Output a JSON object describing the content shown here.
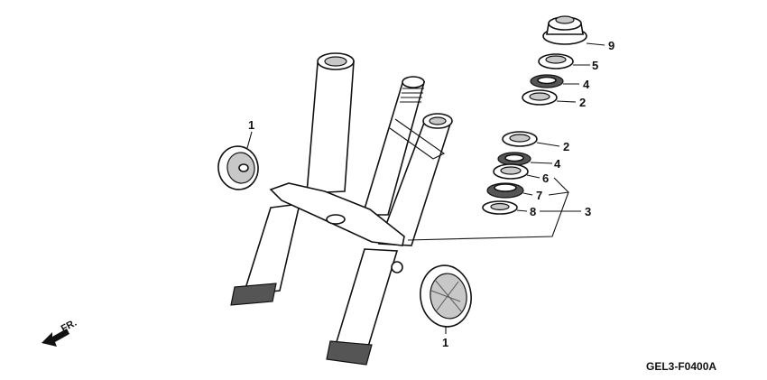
{
  "diagram": {
    "callouts": {
      "c1a": "1",
      "c1b": "1",
      "c9": "9",
      "c5": "5",
      "c4a": "4",
      "c2a": "2",
      "c2b": "2",
      "c4b": "4",
      "c6": "6",
      "c7": "7",
      "c8": "8",
      "c3": "3"
    },
    "direction_label": "FR.",
    "diagram_code": "GEL3-F0400A"
  }
}
